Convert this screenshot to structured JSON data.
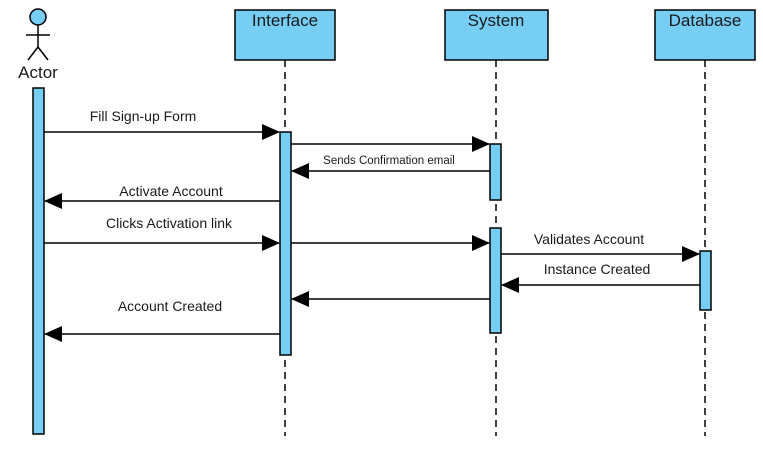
{
  "colors": {
    "box_fill": "#76CEF5",
    "stroke": "#000000",
    "background": "#FFFFFF"
  },
  "actor": {
    "name": "Actor",
    "icon": "stick-figure-icon"
  },
  "participants": [
    {
      "id": "interface",
      "name": "Interface"
    },
    {
      "id": "system",
      "name": "System"
    },
    {
      "id": "database",
      "name": "Database"
    }
  ],
  "messages": [
    {
      "id": "m1",
      "label": "Fill Sign-up Form",
      "from": "actor",
      "to": "interface"
    },
    {
      "id": "m2",
      "label": "",
      "from": "interface",
      "to": "system"
    },
    {
      "id": "m3",
      "label": "Sends Confirmation email",
      "from": "system",
      "to": "interface"
    },
    {
      "id": "m4",
      "label": "Activate Account",
      "from": "interface",
      "to": "actor"
    },
    {
      "id": "m5",
      "label": "Clicks Activation link",
      "from": "actor",
      "to": "interface"
    },
    {
      "id": "m6",
      "label": "",
      "from": "interface",
      "to": "system"
    },
    {
      "id": "m7",
      "label": "Validates Account",
      "from": "system",
      "to": "database"
    },
    {
      "id": "m8",
      "label": "Instance Created",
      "from": "database",
      "to": "system"
    },
    {
      "id": "m9",
      "label": "",
      "from": "system",
      "to": "interface"
    },
    {
      "id": "m10",
      "label": "Account Created",
      "from": "interface",
      "to": "actor"
    }
  ]
}
